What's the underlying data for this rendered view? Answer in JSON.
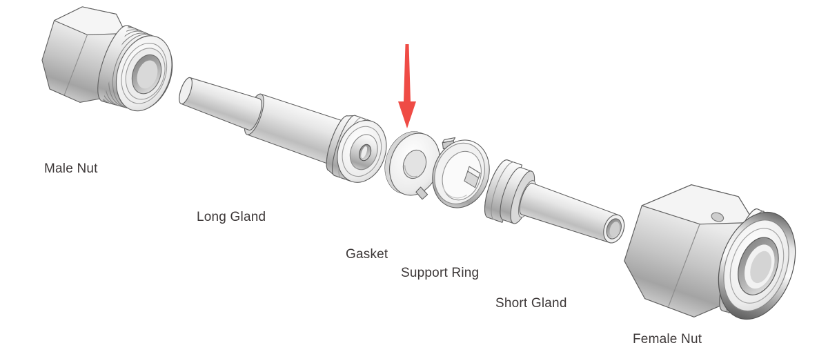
{
  "diagram": {
    "type": "exploded-assembly-diagram",
    "parts": [
      {
        "id": "male-nut",
        "label": "Male Nut"
      },
      {
        "id": "long-gland",
        "label": "Long Gland"
      },
      {
        "id": "gasket",
        "label": "Gasket"
      },
      {
        "id": "support-ring",
        "label": "Support Ring"
      },
      {
        "id": "short-gland",
        "label": "Short Gland"
      },
      {
        "id": "female-nut",
        "label": "Female Nut"
      }
    ],
    "annotation": {
      "type": "down-arrow",
      "points_to": "Gasket",
      "color": "#ef4b45"
    },
    "colors": {
      "background": "#ffffff",
      "outline": "#5f5f5f",
      "metal_light": "#f5f5f5",
      "metal_dark": "#9e9e9e",
      "label_text": "#3c3737"
    }
  }
}
